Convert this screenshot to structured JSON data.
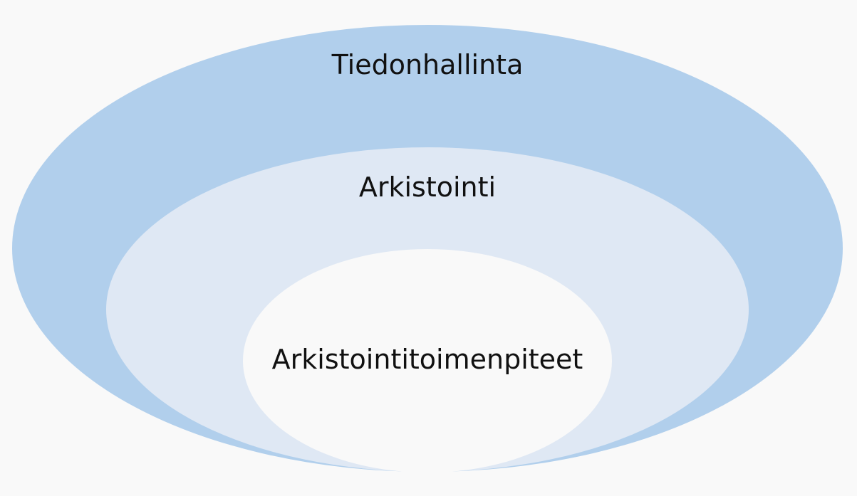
{
  "diagram": {
    "type": "nested-ellipses",
    "background": "#f9f9f9",
    "layers": [
      {
        "label": "Tiedonhallinta",
        "fill": "#b1cfec"
      },
      {
        "label": "Arkistointi",
        "fill": "#dfe8f4"
      },
      {
        "label": "Arkistointitoimenpiteet",
        "fill": "#f9f9f9"
      }
    ]
  }
}
